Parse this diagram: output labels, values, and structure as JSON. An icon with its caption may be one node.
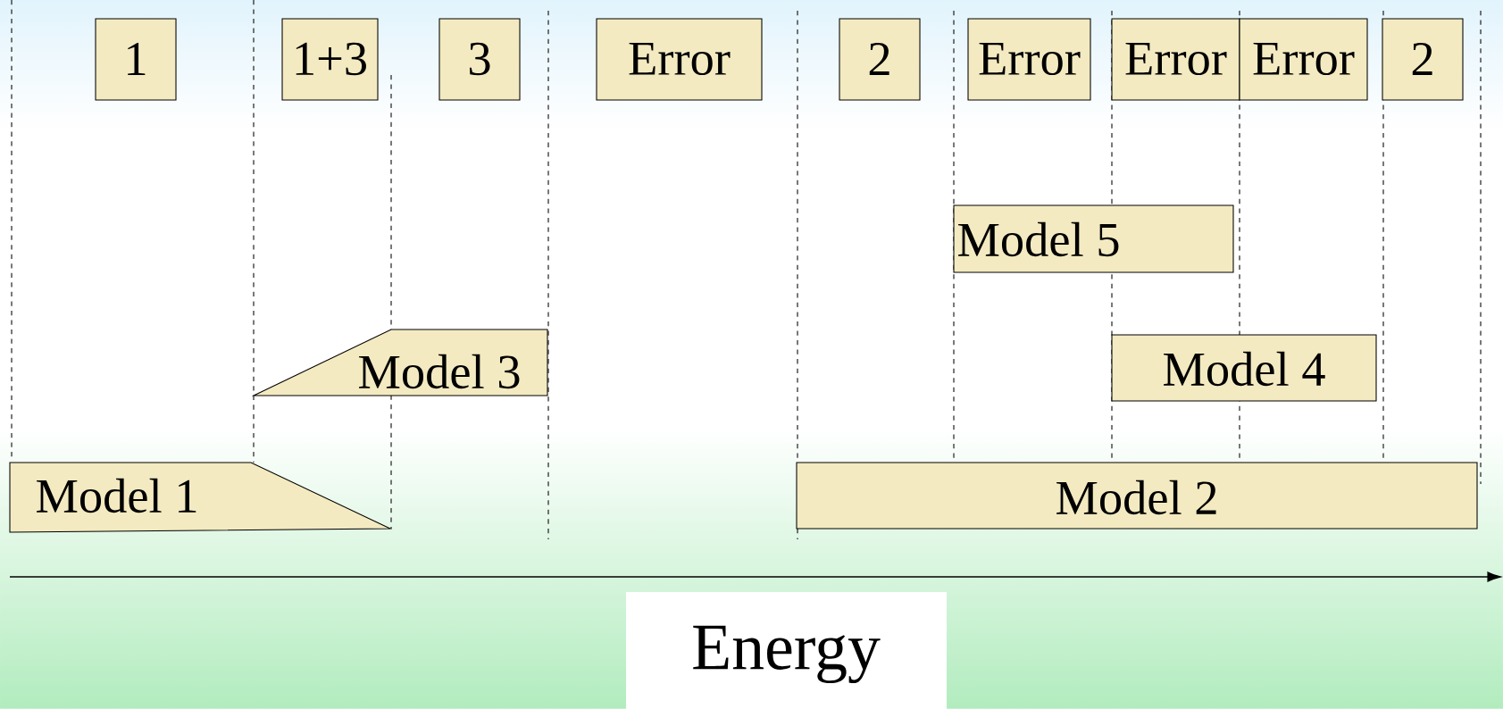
{
  "diagram": {
    "nodes": [
      {
        "text": [
          "1"
        ]
      },
      {
        "text": [
          "1+3"
        ]
      },
      {
        "text": [
          "3"
        ]
      },
      {
        "text": [
          "Error"
        ]
      },
      {
        "text": [
          "2"
        ]
      },
      {
        "text": [
          "Error"
        ]
      },
      {
        "text": [
          "Error"
        ]
      },
      {
        "text": [
          "Error"
        ]
      },
      {
        "text": [
          "2"
        ]
      },
      {
        "text": [
          "Model 5"
        ]
      },
      {
        "text": [
          "Model 3"
        ]
      },
      {
        "text": [
          "Model 4"
        ]
      },
      {
        "text": [
          "Model 1"
        ]
      },
      {
        "text": [
          "Model 2"
        ]
      },
      {
        "text": [
          "Energy"
        ]
      }
    ]
  }
}
